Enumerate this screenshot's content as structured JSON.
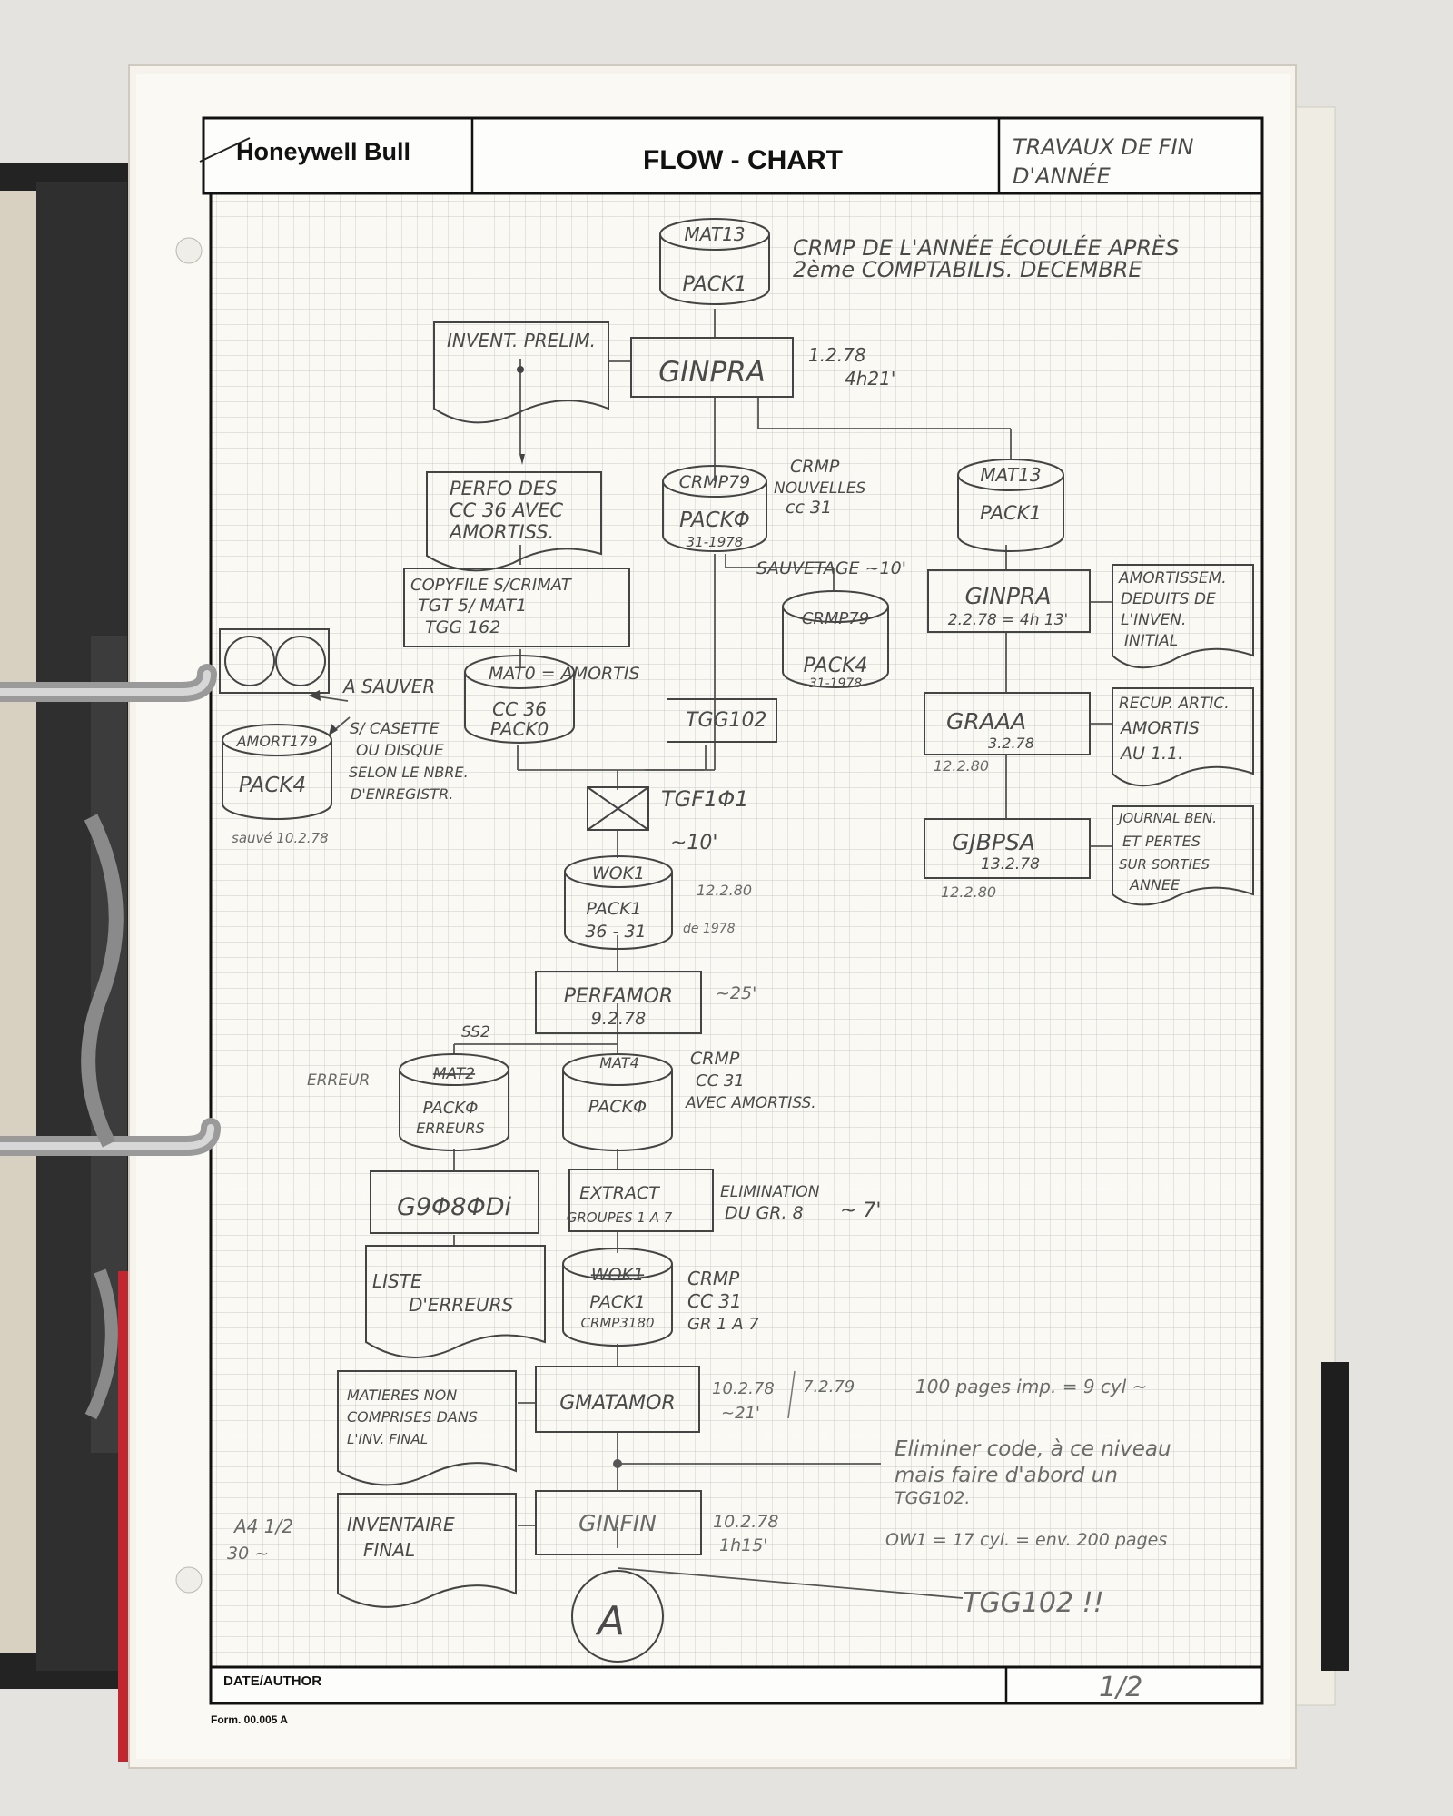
{
  "header": {
    "brand": "Honeywell Bull",
    "title": "FLOW - CHART",
    "subject_line1": "TRAVAUX DE FIN",
    "subject_line2": "D'ANNÉE"
  },
  "footer": {
    "date_author_label": "DATE/AUTHOR",
    "page": "1/2",
    "form_number": "Form. 00.005 A"
  },
  "nodes": {
    "mat13_top": {
      "l1": "MAT13",
      "l2": "PACK1"
    },
    "note_crmp_top": {
      "l1": "CRMP DE L'ANNÉE ÉCOULÉE APRÈS",
      "l2": "2ème COMPTABILIS. DECEMBRE"
    },
    "invent_prelim": {
      "l1": "INVENT. PRELIM."
    },
    "ginpra_main": {
      "l1": "GINPRA",
      "note1": "1.2.78",
      "note2": "4h21'"
    },
    "perfo": {
      "l1": "PERFO DES",
      "l2": "CC 36 AVEC",
      "l3": "AMORTISS."
    },
    "crmp79": {
      "l1": "CRMP79",
      "l2": "PACKΦ",
      "l3": "31-1978"
    },
    "note_crmp_new": {
      "l1": "CRMP",
      "l2": "NOUVELLES",
      "l3": "cc 31"
    },
    "mat13_right": {
      "l1": "MAT13",
      "l2": "PACK1"
    },
    "copyfile": {
      "l1": "COPYFILE S/CRIMAT",
      "l2": "TGT 5/ MAT1",
      "l3": "TGG 162"
    },
    "sauvetage": {
      "l1": "SAUVETAGE ~10'"
    },
    "crmp79_pack4": {
      "l1": "CRMP79",
      "l2": "PACK4",
      "l3": "31-1978"
    },
    "ginpra_right": {
      "l1": "GINPRA",
      "l2": "2.2.78 = 4h 13'"
    },
    "amortissem": {
      "l1": "AMORTISSEM.",
      "l2": "DEDUITS DE",
      "l3": "L'INVEN.",
      "l4": "INITIAL"
    },
    "mat0": {
      "l1": "MAT0 = AMORTIS",
      "l2": "CC 36",
      "l3": "PACK0"
    },
    "a_sauver": {
      "l1": "A SAUVER",
      "l2": "S/ CASETTE",
      "l3": "OU DISQUE",
      "l4": "SELON LE NBRE.",
      "l5": "D'ENREGISTR."
    },
    "amort179": {
      "l1": "AMORT179",
      "l2": "PACK4",
      "note": "sauvé 10.2.78"
    },
    "tgg102_mid": {
      "l1": "TGG102"
    },
    "graaa": {
      "l1": "GRAAA",
      "l2": "3.2.78",
      "note": "12.2.80"
    },
    "recup": {
      "l1": "RECUP. ARTIC.",
      "l2": "AMORTIS",
      "l3": "AU 1.1."
    },
    "tgf101": {
      "l1": "TGF1Φ1",
      "note": "~10'"
    },
    "gjbpsa": {
      "l1": "GJBPSA",
      "l2": "13.2.78",
      "note": "12.2.80"
    },
    "journal": {
      "l1": "JOURNAL BEN.",
      "l2": "ET PERTES",
      "l3": "SUR SORTIES",
      "l4": "ANNEE"
    },
    "wok1_a": {
      "l1": "WOK1",
      "l2": "PACK1",
      "l3": "36 - 31",
      "note1": "12.2.80",
      "note2": "de 1978"
    },
    "perfamor": {
      "l1": "PERFAMOR",
      "l2": "9.2.78",
      "note": "~25'"
    },
    "ss2": {
      "l1": "SS2"
    },
    "erreur_label": {
      "l1": "ERREUR"
    },
    "mat2": {
      "l1": "MAT2",
      "l2": "PACKΦ",
      "l3": "ERREURS"
    },
    "mat4": {
      "l1": "MAT4",
      "l2": "PACKΦ"
    },
    "note_crmp_amort": {
      "l1": "CRMP",
      "l2": "CC 31",
      "l3": "AVEC AMORTISS."
    },
    "g9808": {
      "l1": "G9Φ8ΦDi"
    },
    "extract": {
      "l1": "EXTRACT",
      "l2": "GROUPES 1 A 7"
    },
    "elimination": {
      "l1": "ELIMINATION",
      "l2": "DU GR. 8",
      "l3": "~ 7'"
    },
    "liste": {
      "l1": "LISTE",
      "l2": "D'ERREURS"
    },
    "wok1_b": {
      "l1": "WOK1",
      "l2": "PACK1",
      "l3": "CRMP3180"
    },
    "note_crmp_gr": {
      "l1": "CRMP",
      "l2": "CC 31",
      "l3": "GR 1 A 7"
    },
    "matieres": {
      "l1": "MATIERES NON",
      "l2": "COMPRISES DANS",
      "l3": "L'INV. FINAL"
    },
    "gmatamor": {
      "l1": "GMATAMOR",
      "note1": "10.2.78",
      "note2": "~21'",
      "note3": "7.2.79"
    },
    "note_pages": {
      "l1": "100 pages imp. = 9 cyl ~"
    },
    "note_eliminer": {
      "l1": "Eliminer code, à ce niveau",
      "l2": "mais faire d'abord un",
      "l3": "TGG102."
    },
    "inventaire": {
      "l1": "INVENTAIRE",
      "l2": "FINAL"
    },
    "ginfin": {
      "l1": "GINFIN",
      "note1": "10.2.78",
      "note2": "1h15'"
    },
    "note_ow1": {
      "l1": "OW1 = 17 cyl. = env. 200 pages"
    },
    "a4": {
      "l1": "A4 1/2",
      "l2": "30 ~"
    },
    "connector_a": {
      "l1": "A"
    },
    "tgg102_bottom": {
      "l1": "TGG102 !!"
    }
  }
}
